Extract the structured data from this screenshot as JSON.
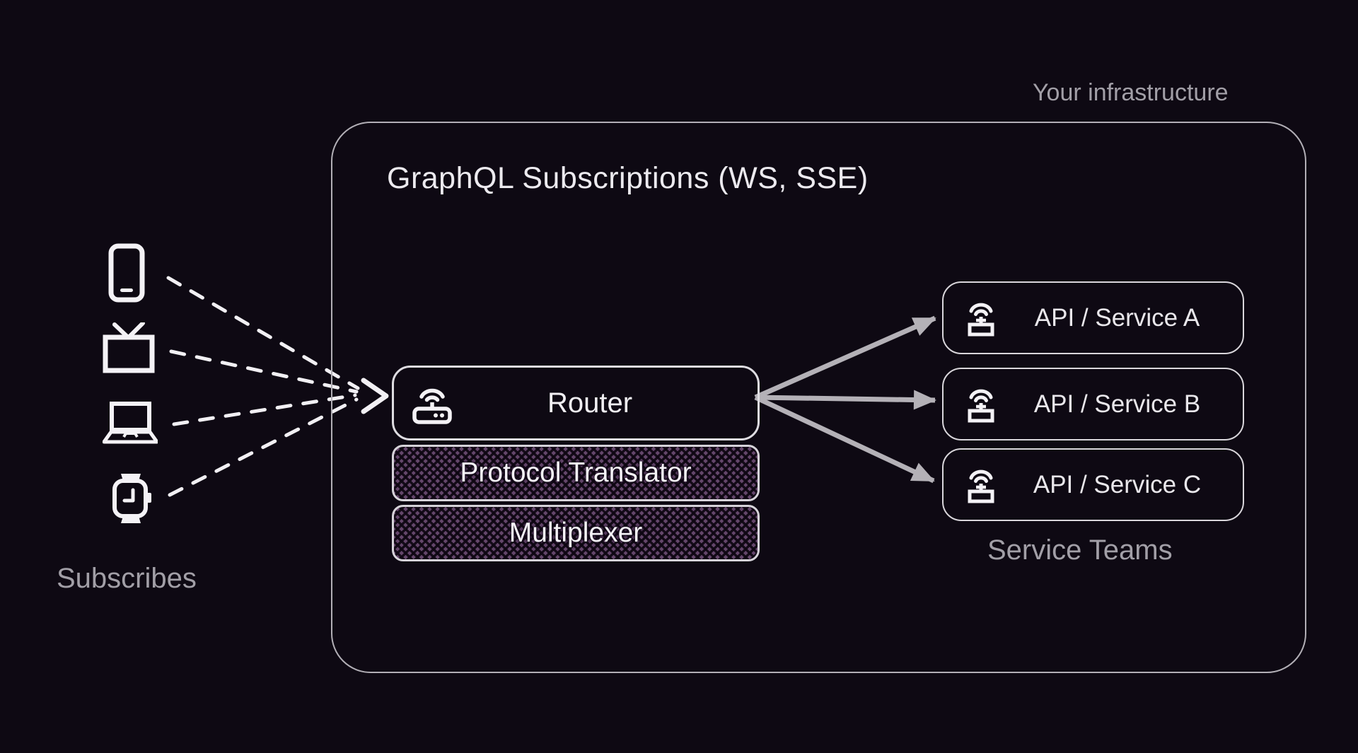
{
  "labels": {
    "infrastructure": "Your infrastructure",
    "subscribes": "Subscribes",
    "service_teams": "Service Teams"
  },
  "infrastructure_box": {
    "title": "GraphQL Subscriptions (WS, SSE)",
    "router": {
      "label": "Router",
      "icon": "router-icon"
    },
    "layers": [
      {
        "label": "Protocol Translator"
      },
      {
        "label": "Multiplexer"
      }
    ]
  },
  "services": [
    {
      "label": "API / Service A",
      "icon": "antenna-router-icon"
    },
    {
      "label": "API / Service B",
      "icon": "antenna-router-icon"
    },
    {
      "label": "API / Service C",
      "icon": "antenna-router-icon"
    }
  ],
  "devices": [
    {
      "name": "smartphone-icon"
    },
    {
      "name": "tv-icon"
    },
    {
      "name": "laptop-icon"
    },
    {
      "name": "smartwatch-icon"
    }
  ],
  "colors": {
    "background": "#0e0913",
    "outer_border": "#b2afb6",
    "node_border": "#dedce1",
    "text_light": "#eceaef",
    "text_gray": "#a29fa7",
    "hatch_purple": "#64466b",
    "hatch_dark": "#0d0611",
    "arrow_gray": "#b4b1b7",
    "dash_white": "#f2f0f4"
  }
}
